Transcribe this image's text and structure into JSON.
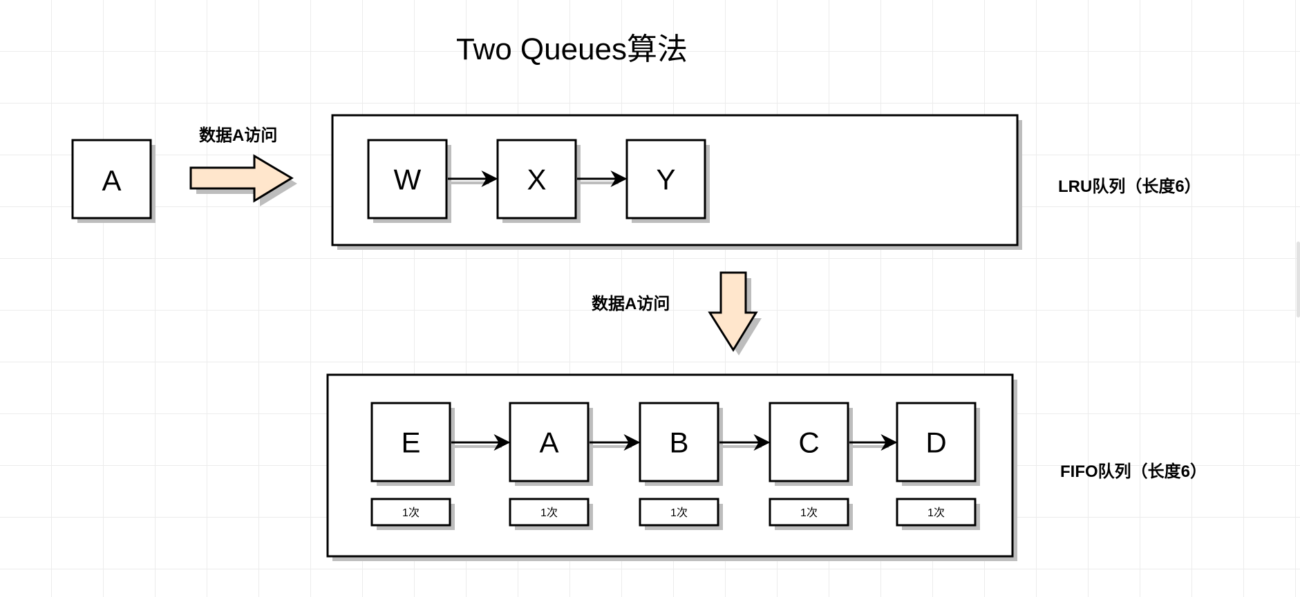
{
  "title": "Two Queues算法",
  "source_node": {
    "label": "A"
  },
  "arrow_top": {
    "label": "数据A访问"
  },
  "arrow_down": {
    "label": "数据A访问"
  },
  "lru_queue": {
    "label": "LRU队列（长度6）",
    "nodes": [
      {
        "label": "W"
      },
      {
        "label": "X"
      },
      {
        "label": "Y"
      }
    ]
  },
  "fifo_queue": {
    "label": "FIFO队列（长度6）",
    "nodes": [
      {
        "label": "E",
        "count": "1次"
      },
      {
        "label": "A",
        "count": "1次"
      },
      {
        "label": "B",
        "count": "1次"
      },
      {
        "label": "C",
        "count": "1次"
      },
      {
        "label": "D",
        "count": "1次"
      }
    ]
  },
  "colors": {
    "stroke": "#000000",
    "shadow": "#bdbdbd",
    "arrow_fill": "#ffe6cc",
    "grid": "#ececec"
  }
}
